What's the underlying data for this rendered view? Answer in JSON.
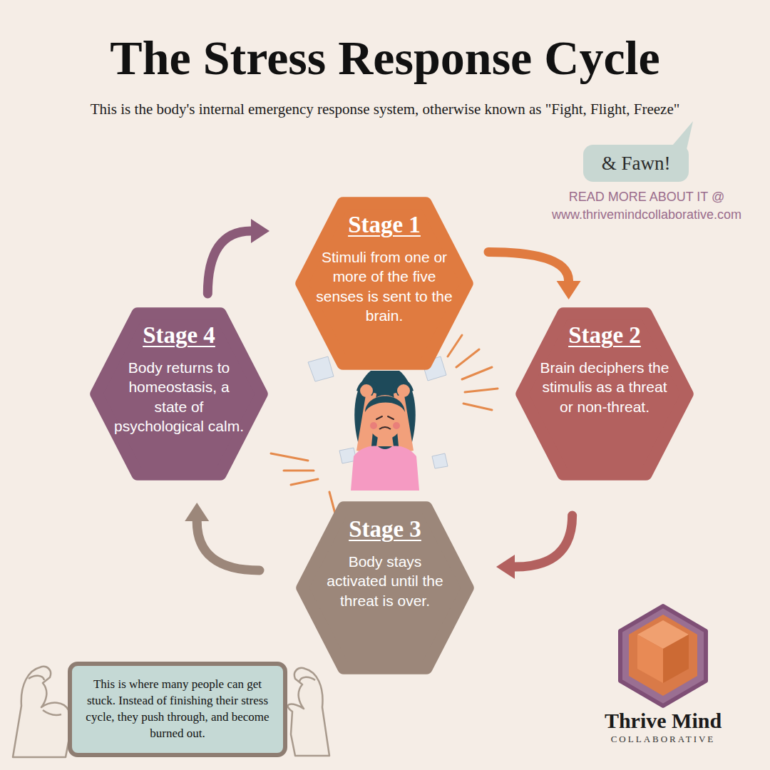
{
  "diagram": {
    "title": "The Stress Response Cycle",
    "nodes": [
      {
        "text": [
          "& Fawn!"
        ]
      },
      {
        "text": [
          "Stage 1",
          "Stimuli from one or more of the five senses is sent to the brain."
        ]
      },
      {
        "text": [
          "Stage 2",
          "Brain deciphers the stimulis as a threat or non-threat."
        ]
      },
      {
        "text": [
          "Stage 3",
          "Body stays activated until the threat is over."
        ]
      },
      {
        "text": [
          "Stage 4",
          "Body returns to homeostasis, a state of psychological calm."
        ]
      },
      {
        "text": [
          "This is where many people can get stuck. Instead of finishing their stress cycle, they push through, and become burned out."
        ]
      }
    ],
    "edges": [
      {
        "from": 1,
        "to": 2,
        "arrow": "to"
      },
      {
        "from": 2,
        "to": 3,
        "arrow": "to"
      },
      {
        "from": 3,
        "to": 4,
        "arrow": "to"
      },
      {
        "from": 4,
        "to": 1,
        "arrow": "to"
      }
    ],
    "labels": [
      "This is the body's internal emergency response system, otherwise known as \"Fight, Flight, Freeze\"",
      "READ MORE ABOUT IT @ www.thrivemindcollaborative.com",
      "Thrive Mind",
      "COLLABORATIVE"
    ]
  }
}
